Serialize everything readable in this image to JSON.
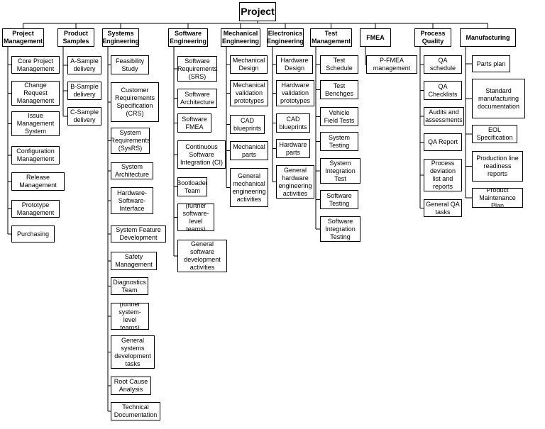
{
  "tree": {
    "root": "Project",
    "categories": [
      {
        "label": "Project\nManagement",
        "children": [
          "Core Project\nManagement",
          "Change\nRequest\nManagement",
          "Issue\nManagement\nSystem",
          "Configuration\nManagement",
          "Release\nManagement",
          "Prototype\nManagement",
          "Purchasing"
        ]
      },
      {
        "label": "Product\nSamples",
        "children": [
          "A-Sample\ndelivery",
          "B-Sample\ndelivery",
          "C-Sample\ndelivery"
        ]
      },
      {
        "label": "Systems\nEngineering",
        "children": [
          "Feasibility\nStudy",
          "Customer\nRequirements\nSpecification\n(CRS)",
          "System\nRequirements\n(SysRS)",
          "System\nArchitecture",
          "Hardware-\nSoftware-\nInterface",
          "System Feature\nDevelopment",
          "Safety\nManagement",
          "Diagnostics\nTeam",
          "(further\nsystem-level\nteams)",
          "General\nsystems\ndevelopment\ntasks",
          "Root Cause\nAnalysis",
          "Technical\nDocumentation"
        ]
      },
      {
        "label": "Software\nEngineering",
        "children": [
          "Software\nRequirements\n(SRS)",
          "Software\nArchitecture",
          "Software\nFMEA",
          "Continuous\nSoftware\nIntegration (CI)",
          "Bootloader\nTeam",
          "(further\nsoftware-\nlevel teams)",
          "General\nsoftware\ndevelopment\nactivities"
        ]
      },
      {
        "label": "Mechanical\nEngineering",
        "children": [
          "Mechanical\nDesign",
          "Mechanical\nvalidation\nprototypes",
          "CAD\nblueprints",
          "Mechanical\nparts",
          "General\nmechanical\nengineering\nactivities"
        ]
      },
      {
        "label": "Electronics\nEngineering",
        "children": [
          "Hardware\nDesign",
          "Hardware\nvalidation\nprototypes",
          "CAD\nblueprints",
          "Hardware\nparts",
          "General\nhardware\nengineering\nactivities"
        ]
      },
      {
        "label": "Test\nManagement",
        "children": [
          "Test\nSchedule",
          "Test\nBenchges",
          "Vehicle\nField Tests",
          "System\nTesting",
          "System\nIntegration\nTest",
          "Software\nTesting",
          "Software\nIntegration\nTesting"
        ]
      },
      {
        "label": "FMEA",
        "children": [
          "P-FMEA\nmanagement"
        ]
      },
      {
        "label": "Process\nQuality",
        "children": [
          "QA\nschedule",
          "QA\nChecklists",
          "Audits and\nassessments",
          "QA Report",
          "Process\ndeviation\nlist and\nreports",
          "General QA\ntasks"
        ]
      },
      {
        "label": "Manufacturing",
        "children": [
          "Parts plan",
          "Standard\nmanufacturing\ndocumentation",
          "EOL\nSpecification",
          "Production line\nreadiness\nreports",
          "Product\nMaintenance Plan"
        ]
      }
    ]
  }
}
